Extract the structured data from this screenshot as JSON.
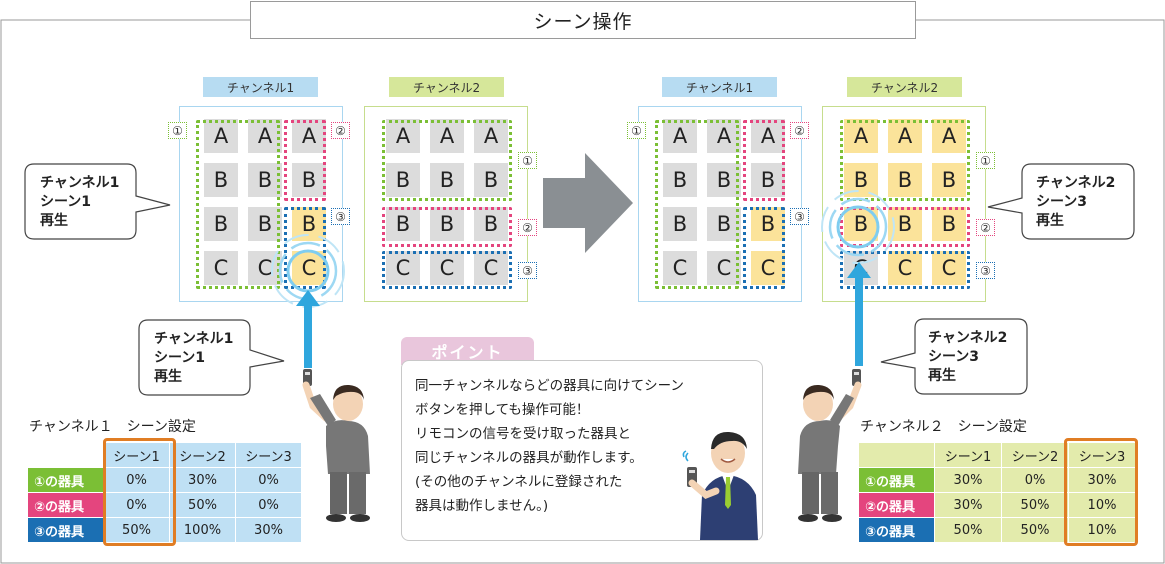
{
  "title": "シーン操作",
  "left_diagram": {
    "channel1_tab": "チャンネル1",
    "channel2_tab": "チャンネル2",
    "channel1_grid": [
      [
        "A",
        "A",
        "A"
      ],
      [
        "B",
        "B",
        "B"
      ],
      [
        "B",
        "B",
        "B"
      ],
      [
        "C",
        "C",
        "C"
      ]
    ],
    "channel2_grid": [
      [
        "A",
        "A",
        "A"
      ],
      [
        "B",
        "B",
        "B"
      ],
      [
        "B",
        "B",
        "B"
      ],
      [
        "C",
        "C",
        "C"
      ]
    ],
    "group_numbers": {
      "one": "①",
      "two": "②",
      "three": "③"
    }
  },
  "right_diagram": {
    "channel1_tab": "チャンネル1",
    "channel2_tab": "チャンネル2",
    "channel1_grid": [
      [
        "A",
        "A",
        "A"
      ],
      [
        "B",
        "B",
        "B"
      ],
      [
        "B",
        "B",
        "B"
      ],
      [
        "C",
        "C",
        "C"
      ]
    ],
    "channel2_grid": [
      [
        "A",
        "A",
        "A"
      ],
      [
        "B",
        "B",
        "B"
      ],
      [
        "B",
        "B",
        "B"
      ],
      [
        "C",
        "C",
        "C"
      ]
    ],
    "group_numbers": {
      "one": "①",
      "two": "②",
      "three": "③"
    }
  },
  "bubbles": {
    "left_top": "チャンネル1\nシーン1\n再生",
    "left_bottom": "チャンネル1\nシーン1\n再生",
    "right_top": "チャンネル2\nシーン3\n再生",
    "right_bottom": "チャンネル2\nシーン3\n再生"
  },
  "table_left": {
    "caption": "チャンネル１　シーン設定",
    "headers": [
      "シーン1",
      "シーン2",
      "シーン3"
    ],
    "rows": [
      {
        "label": "①の器具",
        "values": [
          "0%",
          "30%",
          "0%"
        ]
      },
      {
        "label": "②の器具",
        "values": [
          "0%",
          "50%",
          "0%"
        ]
      },
      {
        "label": "③の器具",
        "values": [
          "50%",
          "100%",
          "30%"
        ]
      }
    ]
  },
  "table_right": {
    "caption": "チャンネル２　シーン設定",
    "headers": [
      "シーン1",
      "シーン2",
      "シーン3"
    ],
    "rows": [
      {
        "label": "①の器具",
        "values": [
          "30%",
          "0%",
          "30%"
        ]
      },
      {
        "label": "②の器具",
        "values": [
          "30%",
          "50%",
          "10%"
        ]
      },
      {
        "label": "③の器具",
        "values": [
          "50%",
          "50%",
          "10%"
        ]
      }
    ]
  },
  "point": {
    "tag": "ポイント",
    "lines": [
      "同一チャンネルならどの器具に向けてシーン",
      "ボタンを押しても操作可能！",
      "リモコンの信号を受け取った器具と",
      "同じチャンネルの器具が動作します。",
      "(その他のチャンネルに登録された",
      "器具は動作しません。)"
    ]
  },
  "colors": {
    "group1": "#7bbf35",
    "group2": "#e4457e",
    "group3": "#1b6fb3",
    "highlight": "#e07d24",
    "arrow": "#2fa6dd",
    "big_arrow": "#8a8f93"
  }
}
